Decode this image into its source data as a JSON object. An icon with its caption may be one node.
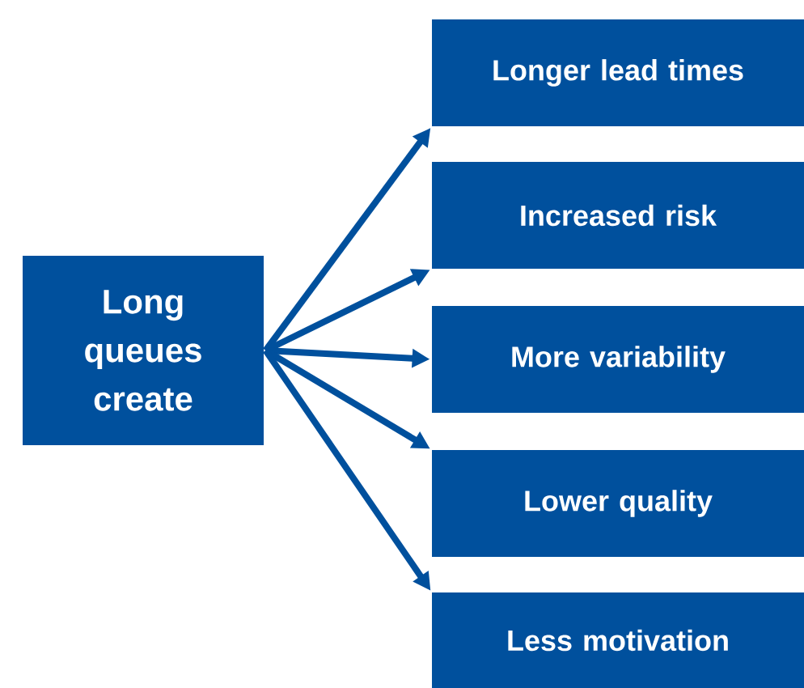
{
  "diagram": {
    "nodes": [
      {
        "text": [
          "Long queues create"
        ]
      },
      {
        "text": [
          "Longer lead times"
        ]
      },
      {
        "text": [
          "Increased risk"
        ]
      },
      {
        "text": [
          "More variability"
        ]
      },
      {
        "text": [
          "Lower quality"
        ]
      },
      {
        "text": [
          "Less motivation"
        ]
      }
    ],
    "edges": [
      {
        "from": 0,
        "to": 1,
        "arrow": "to"
      },
      {
        "from": 0,
        "to": 2,
        "arrow": "to"
      },
      {
        "from": 0,
        "to": 3,
        "arrow": "to"
      },
      {
        "from": 0,
        "to": 4,
        "arrow": "to"
      },
      {
        "from": 0,
        "to": 5,
        "arrow": "to"
      }
    ]
  }
}
